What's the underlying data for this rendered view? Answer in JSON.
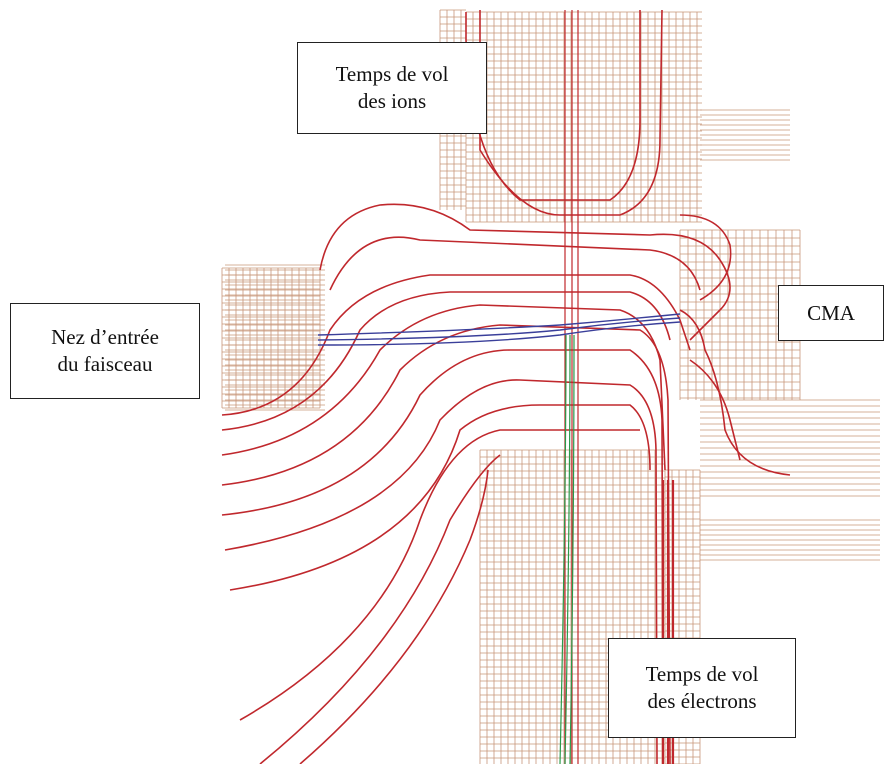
{
  "labels": {
    "ions": {
      "line1": "Temps de vol",
      "line2": "des ions"
    },
    "nez": {
      "line1": "Nez d’entrée",
      "line2": "du faisceau"
    },
    "cma": {
      "line1": "CMA"
    },
    "electrons": {
      "line1": "Temps de vol",
      "line2": "des électrons"
    }
  },
  "colors": {
    "field_lines": "#c0282d",
    "grid": "#c8967a",
    "beam": "#3a3f9a",
    "trajectory": "#2a9a4a"
  }
}
